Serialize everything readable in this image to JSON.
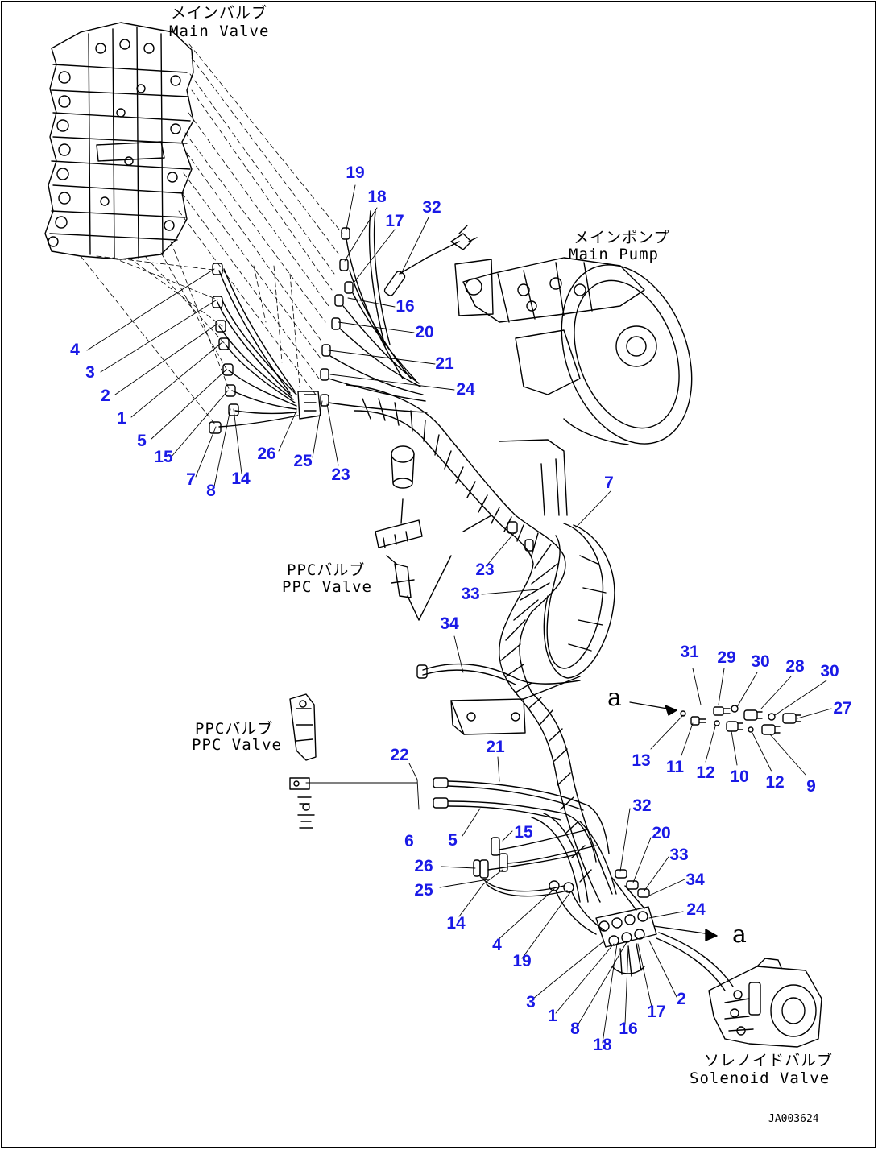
{
  "captions": {
    "main_valve_jp": "メインバルブ",
    "main_valve_en": "Main Valve",
    "main_pump_jp": "メインポンプ",
    "main_pump_en": "Main Pump",
    "ppc_valve_1_jp": "PPCバルブ",
    "ppc_valve_1_en": "PPC Valve",
    "ppc_valve_2_jp": "PPCバルブ",
    "ppc_valve_2_en": "PPC Valve",
    "solenoid_valve_jp": "ソレノイドバルブ",
    "solenoid_valve_en": "Solenoid Valve"
  },
  "view_marker": {
    "from": "a",
    "to": "a"
  },
  "doc_id": "JA003624",
  "callouts": [
    {
      "id": "c19a",
      "label": "19"
    },
    {
      "id": "c18a",
      "label": "18"
    },
    {
      "id": "c17a",
      "label": "17"
    },
    {
      "id": "c32a",
      "label": "32"
    },
    {
      "id": "c16a",
      "label": "16"
    },
    {
      "id": "c20a",
      "label": "20"
    },
    {
      "id": "c21a",
      "label": "21"
    },
    {
      "id": "c24a",
      "label": "24"
    },
    {
      "id": "c4a",
      "label": "4"
    },
    {
      "id": "c3a",
      "label": "3"
    },
    {
      "id": "c2a",
      "label": "2"
    },
    {
      "id": "c1a",
      "label": "1"
    },
    {
      "id": "c5a",
      "label": "5"
    },
    {
      "id": "c15a",
      "label": "15"
    },
    {
      "id": "c7a",
      "label": "7"
    },
    {
      "id": "c8a",
      "label": "8"
    },
    {
      "id": "c14a",
      "label": "14"
    },
    {
      "id": "c26a",
      "label": "26"
    },
    {
      "id": "c25a",
      "label": "25"
    },
    {
      "id": "c23a",
      "label": "23"
    },
    {
      "id": "c7b",
      "label": "7"
    },
    {
      "id": "c23b",
      "label": "23"
    },
    {
      "id": "c33a",
      "label": "33"
    },
    {
      "id": "c34a",
      "label": "34"
    },
    {
      "id": "c31",
      "label": "31"
    },
    {
      "id": "c29",
      "label": "29"
    },
    {
      "id": "c30a",
      "label": "30"
    },
    {
      "id": "c28",
      "label": "28"
    },
    {
      "id": "c30b",
      "label": "30"
    },
    {
      "id": "c27",
      "label": "27"
    },
    {
      "id": "c13",
      "label": "13"
    },
    {
      "id": "c11",
      "label": "11"
    },
    {
      "id": "c12a",
      "label": "12"
    },
    {
      "id": "c10",
      "label": "10"
    },
    {
      "id": "c12b",
      "label": "12"
    },
    {
      "id": "c9",
      "label": "9"
    },
    {
      "id": "c22",
      "label": "22"
    },
    {
      "id": "c21b",
      "label": "21"
    },
    {
      "id": "c6",
      "label": "6"
    },
    {
      "id": "c5b",
      "label": "5"
    },
    {
      "id": "c15b",
      "label": "15"
    },
    {
      "id": "c26b",
      "label": "26"
    },
    {
      "id": "c25b",
      "label": "25"
    },
    {
      "id": "c14b",
      "label": "14"
    },
    {
      "id": "c32b",
      "label": "32"
    },
    {
      "id": "c20b",
      "label": "20"
    },
    {
      "id": "c33b",
      "label": "33"
    },
    {
      "id": "c34b",
      "label": "34"
    },
    {
      "id": "c24b",
      "label": "24"
    },
    {
      "id": "c4b",
      "label": "4"
    },
    {
      "id": "c19b",
      "label": "19"
    },
    {
      "id": "c3b",
      "label": "3"
    },
    {
      "id": "c1b",
      "label": "1"
    },
    {
      "id": "c8b",
      "label": "8"
    },
    {
      "id": "c18b",
      "label": "18"
    },
    {
      "id": "c16b",
      "label": "16"
    },
    {
      "id": "c17b",
      "label": "17"
    },
    {
      "id": "c2b",
      "label": "2"
    }
  ]
}
